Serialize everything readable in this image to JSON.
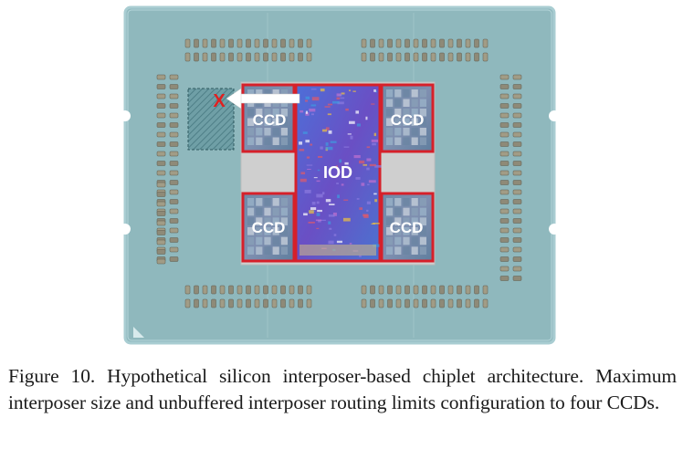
{
  "figure": {
    "labels": {
      "ccd_top_left": "CCD",
      "ccd_top_right": "CCD",
      "ccd_bottom_left": "CCD",
      "ccd_bottom_right": "CCD",
      "iod": "IOD",
      "blocked_marker": "X"
    },
    "caption": "Figure 10. Hypothetical silicon interposer-based chiplet architecture. Maximum interposer size and unbuffered interposer routing limits configuration to four CCDs."
  },
  "colors": {
    "package": "#8fb8bd",
    "package_edge": "#a9cdd2",
    "interposer": "#cfcfcf",
    "ccd_border": "#d6202a",
    "iod_fill": "#5a55c6",
    "marker": "#e02020"
  }
}
